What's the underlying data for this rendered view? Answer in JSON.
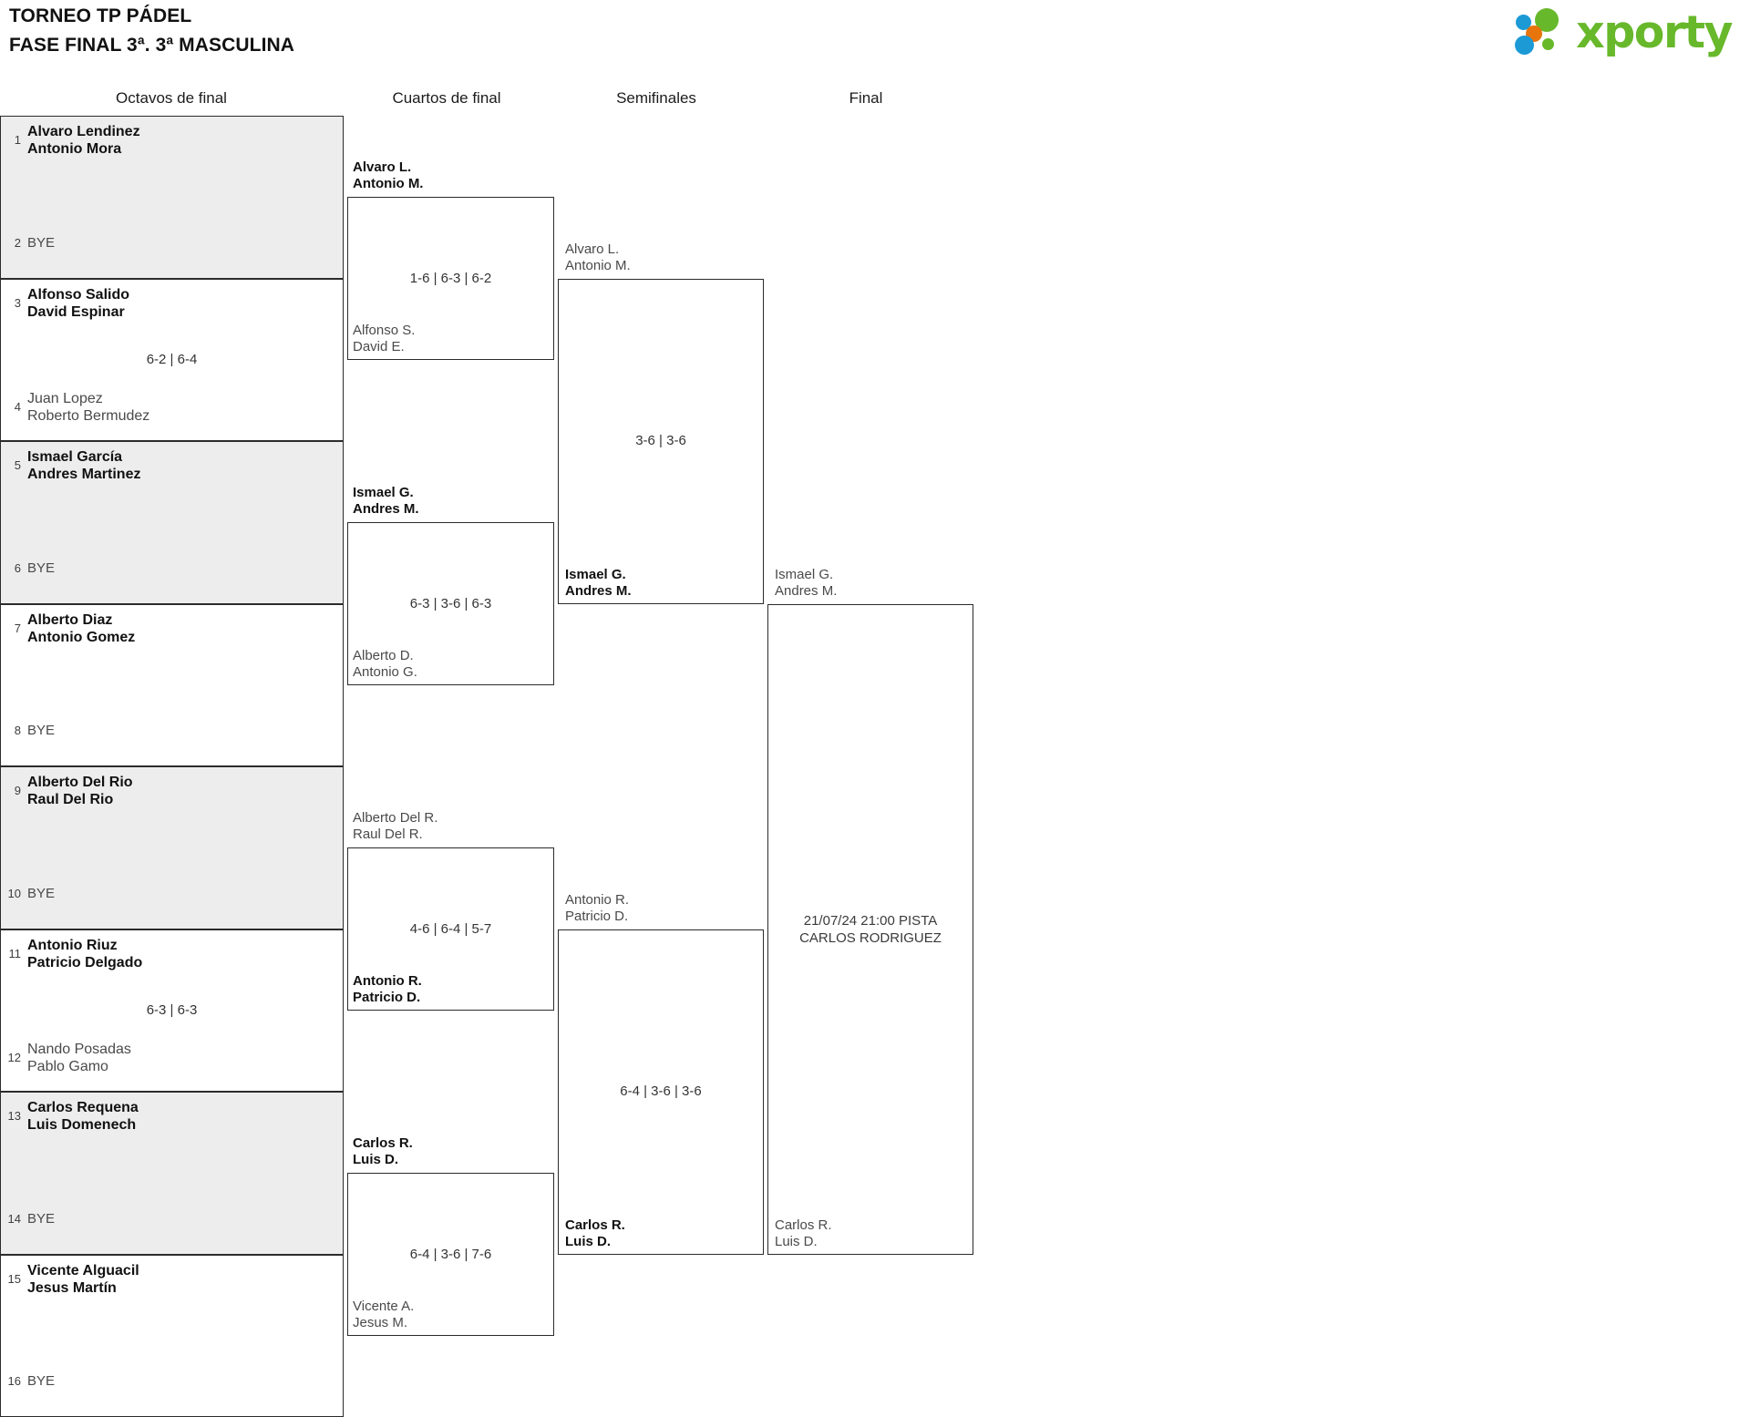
{
  "header": {
    "title_line1": "TORNEO TP PÁDEL",
    "title_line2": "FASE FINAL 3ª. 3ª MASCULINA",
    "logo_text": "xporty",
    "logo_colors": {
      "blue": "#1b9ad6",
      "orange": "#e8740c",
      "green": "#68b82b",
      "text_green": "#68b82b"
    }
  },
  "rounds": [
    {
      "key": "r16",
      "label": "Octavos de final"
    },
    {
      "key": "qf",
      "label": "Cuartos de final"
    },
    {
      "key": "sf",
      "label": "Semifinales"
    },
    {
      "key": "f",
      "label": "Final"
    }
  ],
  "r16": {
    "matches": [
      {
        "top": {
          "seed": "1",
          "line1": "Alvaro Lendinez",
          "line2": "Antonio Mora",
          "state": "win"
        },
        "bottom": {
          "seed": "2",
          "line1": "BYE",
          "line2": "",
          "state": "bye"
        },
        "score": ""
      },
      {
        "top": {
          "seed": "3",
          "line1": "Alfonso Salido",
          "line2": "David Espinar",
          "state": "win"
        },
        "bottom": {
          "seed": "4",
          "line1": "Juan Lopez",
          "line2": "Roberto Bermudez",
          "state": "lose"
        },
        "score": "6-2 | 6-4"
      },
      {
        "top": {
          "seed": "5",
          "line1": "Ismael García",
          "line2": "Andres Martinez",
          "state": "win"
        },
        "bottom": {
          "seed": "6",
          "line1": "BYE",
          "line2": "",
          "state": "bye"
        },
        "score": ""
      },
      {
        "top": {
          "seed": "7",
          "line1": "Alberto Diaz",
          "line2": "Antonio Gomez",
          "state": "win"
        },
        "bottom": {
          "seed": "8",
          "line1": "BYE",
          "line2": "",
          "state": "bye"
        },
        "score": ""
      },
      {
        "top": {
          "seed": "9",
          "line1": "Alberto Del Rio",
          "line2": "Raul Del Rio",
          "state": "win"
        },
        "bottom": {
          "seed": "10",
          "line1": "BYE",
          "line2": "",
          "state": "bye"
        },
        "score": ""
      },
      {
        "top": {
          "seed": "11",
          "line1": "Antonio Riuz",
          "line2": "Patricio Delgado",
          "state": "win"
        },
        "bottom": {
          "seed": "12",
          "line1": "Nando Posadas",
          "line2": "Pablo Gamo",
          "state": "lose"
        },
        "score": "6-3 | 6-3"
      },
      {
        "top": {
          "seed": "13",
          "line1": "Carlos Requena",
          "line2": "Luis Domenech",
          "state": "win"
        },
        "bottom": {
          "seed": "14",
          "line1": "BYE",
          "line2": "",
          "state": "bye"
        },
        "score": ""
      },
      {
        "top": {
          "seed": "15",
          "line1": "Vicente Alguacil",
          "line2": "Jesus Martín",
          "state": "win"
        },
        "bottom": {
          "seed": "16",
          "line1": "BYE",
          "line2": "",
          "state": "bye"
        },
        "score": ""
      }
    ]
  },
  "qf": {
    "matches": [
      {
        "top": {
          "line1": "Alvaro L.",
          "line2": "Antonio M.",
          "state": "win"
        },
        "bottom": {
          "line1": "Alfonso S.",
          "line2": "David E.",
          "state": "lose"
        },
        "score": "1-6 | 6-3 | 6-2"
      },
      {
        "top": {
          "line1": "Ismael G.",
          "line2": "Andres M.",
          "state": "win"
        },
        "bottom": {
          "line1": "Alberto D.",
          "line2": "Antonio G.",
          "state": "lose"
        },
        "score": "6-3 | 3-6 | 6-3"
      },
      {
        "top": {
          "line1": "Alberto Del R.",
          "line2": "Raul Del R.",
          "state": "lose"
        },
        "bottom": {
          "line1": "Antonio R.",
          "line2": "Patricio D.",
          "state": "win"
        },
        "score": "4-6 | 6-4 | 5-7"
      },
      {
        "top": {
          "line1": "Carlos R.",
          "line2": "Luis D.",
          "state": "win"
        },
        "bottom": {
          "line1": "Vicente A.",
          "line2": "Jesus M.",
          "state": "lose"
        },
        "score": "6-4 | 3-6 | 7-6"
      }
    ]
  },
  "sf": {
    "matches": [
      {
        "top": {
          "line1": "Alvaro L.",
          "line2": "Antonio M.",
          "state": "lose"
        },
        "bottom": {
          "line1": "Ismael G.",
          "line2": "Andres M.",
          "state": "win"
        },
        "score": "3-6 | 3-6"
      },
      {
        "top": {
          "line1": "Antonio R.",
          "line2": "Patricio D.",
          "state": "lose"
        },
        "bottom": {
          "line1": "Carlos R.",
          "line2": "Luis D.",
          "state": "win"
        },
        "score": "6-4 | 3-6 | 3-6"
      }
    ]
  },
  "f": {
    "matches": [
      {
        "top": {
          "line1": "Ismael G.",
          "line2": "Andres M.",
          "state": "neutral"
        },
        "bottom": {
          "line1": "Carlos R.",
          "line2": "Luis D.",
          "state": "neutral"
        },
        "info_line1": "21/07/24 21:00 PISTA",
        "info_line2": "CARLOS RODRIGUEZ"
      }
    ]
  }
}
